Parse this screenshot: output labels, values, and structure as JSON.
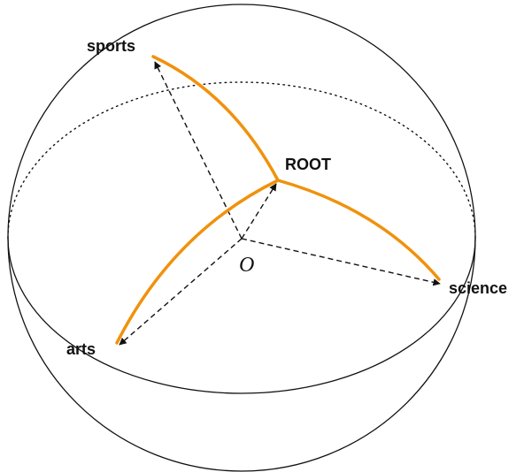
{
  "labels": {
    "sports": "sports",
    "root": "ROOT",
    "science": "science",
    "arts": "arts",
    "origin": "O"
  },
  "colors": {
    "arc": "#f0920c",
    "line": "#111111",
    "background": "#ffffff"
  }
}
